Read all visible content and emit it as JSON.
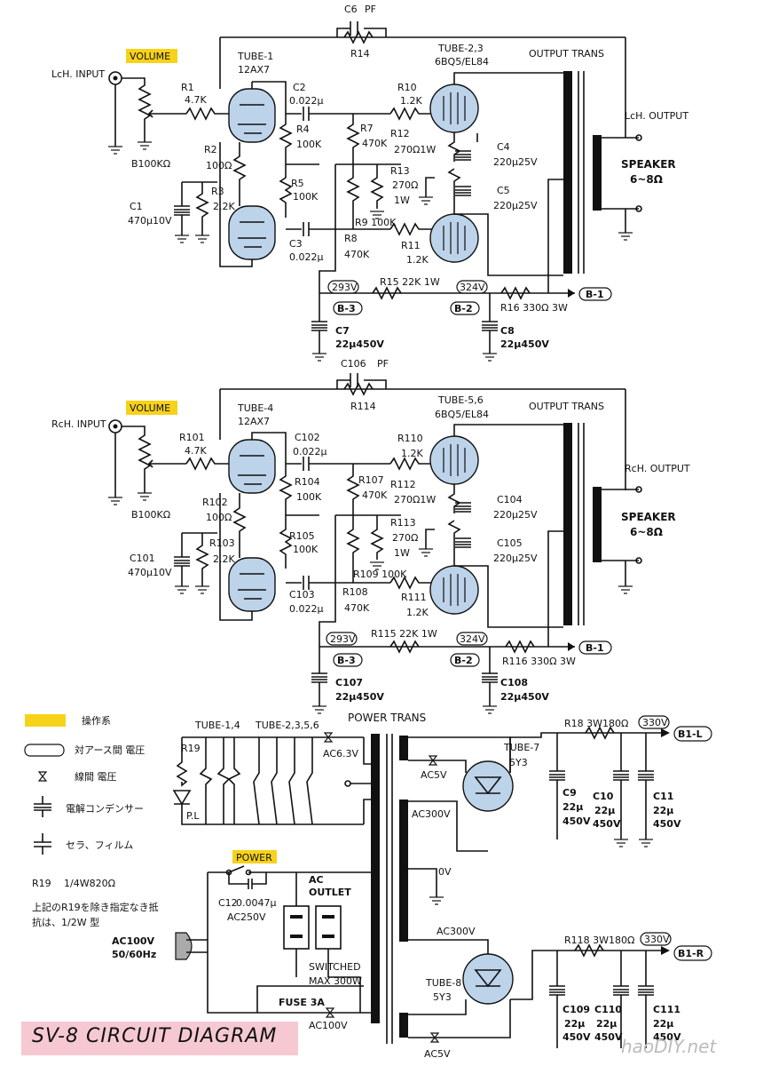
{
  "title": "SV-8 CIRCUIT DIAGRAM",
  "watermark": "haoDIY.net",
  "left": {
    "input": "LcH. INPUT",
    "volume": "VOLUME",
    "pot": "B100KΩ",
    "tube1": "TUBE-1",
    "tube1_type": "12AX7",
    "tube23": "TUBE-2,3",
    "tube23_type": "6BQ5/EL84",
    "output_trans": "OUTPUT TRANS",
    "output": "LcH. OUTPUT",
    "speaker": "SPEAKER",
    "speaker_imp": "6~8Ω",
    "c6": "C6",
    "pf": "PF",
    "r14": "R14",
    "r1": "R1",
    "r1v": "4.7K",
    "r2": "R2",
    "r2v": "100Ω",
    "r3": "R3",
    "r3v": "2.2K",
    "c1": "C1",
    "c1v": "470μ10V",
    "c2": "C2",
    "c2v": "0.022μ",
    "c3": "C3",
    "c3v": "0.022μ",
    "r4": "R4",
    "r4v": "100K",
    "r5": "R5",
    "r5v": "100K",
    "r7": "R7",
    "r7v": "470K",
    "r8": "R8",
    "r8v": "470K",
    "r9": "R9 100K",
    "r10": "R10",
    "r10v": "1.2K",
    "r11": "R11",
    "r11v": "1.2K",
    "r12": "R12",
    "r12v": "270Ω1W",
    "r13": "R13",
    "r13v": "270Ω",
    "r13w": "1W",
    "c4": "C4",
    "c4v": "220μ25V",
    "c5": "C5",
    "c5v": "220μ25V",
    "v293": "293V",
    "v324": "324V",
    "r15": "R15 22K  1W",
    "r16": "R16 330Ω  3W",
    "b1": "B-1",
    "b2": "B-2",
    "b3": "B-3",
    "c7": "C7",
    "c7v": "22μ450V",
    "c8": "C8",
    "c8v": "22μ450V"
  },
  "right": {
    "input": "RcH. INPUT",
    "volume": "VOLUME",
    "pot": "B100KΩ",
    "tube4": "TUBE-4",
    "tube4_type": "12AX7",
    "tube56": "TUBE-5,6",
    "tube56_type": "6BQ5/EL84",
    "output_trans": "OUTPUT TRANS",
    "output": "RcH. OUTPUT",
    "speaker": "SPEAKER",
    "speaker_imp": "6~8Ω",
    "c106": "C106",
    "pf": "PF",
    "r114": "R114",
    "r101": "R101",
    "r101v": "4.7K",
    "r102": "R102",
    "r102v": "100Ω",
    "r103": "R103",
    "r103v": "2.2K",
    "c101": "C101",
    "c101v": "470μ10V",
    "c102": "C102",
    "c102v": "0.022μ",
    "c103": "C103",
    "c103v": "0.022μ",
    "r104": "R104",
    "r104v": "100K",
    "r105": "R105",
    "r105v": "100K",
    "r107": "R107",
    "r107v": "470K",
    "r108": "R108",
    "r108v": "470K",
    "r109": "R109 100K",
    "r110": "R110",
    "r110v": "1.2K",
    "r111": "R111",
    "r111v": "1.2K",
    "r112": "R112",
    "r112v": "270Ω1W",
    "r113": "R113",
    "r113v": "270Ω",
    "r113w": "1W",
    "c104": "C104",
    "c104v": "220μ25V",
    "c105": "C105",
    "c105v": "220μ25V",
    "v293": "293V",
    "v324": "324V",
    "r115": "R115 22K  1W",
    "r116": "R116 330Ω  3W",
    "b1": "B-1",
    "b2": "B-2",
    "b3": "B-3",
    "c107": "C107",
    "c107v": "22μ450V",
    "c108": "C108",
    "c108v": "22μ450V"
  },
  "legend": {
    "controls": "操作系",
    "ground_voltage": "対アース間 電圧",
    "line_voltage": "線間 電圧",
    "electrolytic": "電解コンデンサー",
    "film": "セラ、フィルム",
    "r19_label": "R19",
    "r19_value": "1/4W820Ω",
    "note1": "上記のR19を除き指定なき抵",
    "note2": "抗は、1/2W 型"
  },
  "power": {
    "power_trans": "POWER TRANS",
    "heaters14": "TUBE-1,4",
    "heaters2356": "TUBE-2,3,5,6",
    "ac63": "AC6.3V",
    "r19": "R19",
    "pl": "P.L",
    "power_label": "POWER",
    "c12": "C12",
    "c12v": "0.0047μ",
    "c12r": "AC250V",
    "ac_outlet1": "AC",
    "ac_outlet2": "OUTLET",
    "switched": "SWITCHED",
    "max300": "MAX 300W",
    "ac100": "AC100V",
    "hz": "50/60Hz",
    "fuse": "FUSE 3A",
    "ac100b": "AC100V",
    "ac5v_a": "AC5V",
    "ac300_a": "AC300V",
    "zero": "0V",
    "ac300_b": "AC300V",
    "ac5v_b": "AC5V",
    "tube7": "TUBE-7",
    "tube7_type": "5Y3",
    "tube8": "TUBE-8",
    "tube8_type": "5Y3",
    "r18": "R18 3W180Ω",
    "r118": "R118 3W180Ω",
    "v330a": "330V",
    "v330b": "330V",
    "b1l": "B1-L",
    "b1r": "B1-R",
    "c9": "C9",
    "c10": "C10",
    "c11": "C11",
    "c109": "C109",
    "c110": "C110",
    "c111": "C111",
    "cap22": "22μ",
    "cap450": "450V"
  }
}
